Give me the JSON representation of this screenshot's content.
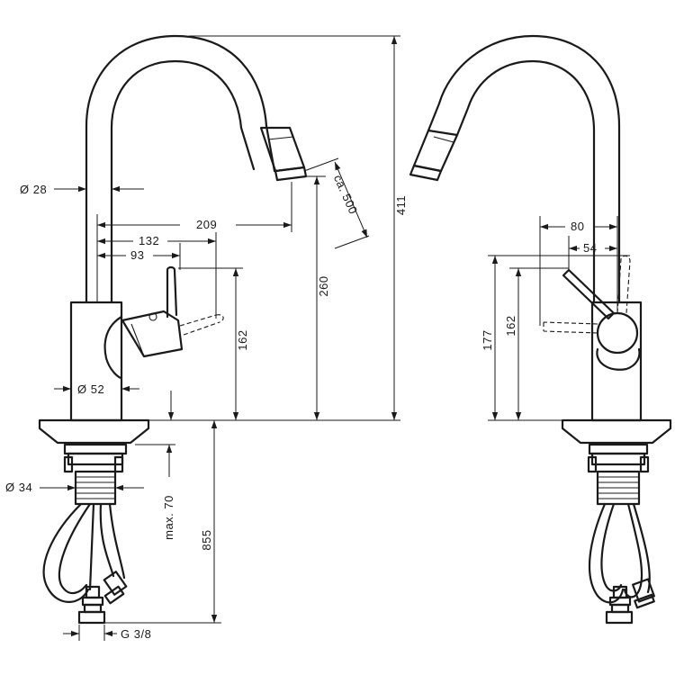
{
  "dimensions": {
    "spout_diameter": "Ø 28",
    "body_diameter": "Ø 52",
    "thread_diameter": "Ø 34",
    "connection": "G 3/8",
    "reach_spout": "209",
    "reach_132": "132",
    "reach_93": "93",
    "pullout": "ca. 500",
    "height_162_left": "162",
    "height_260": "260",
    "height_411": "411",
    "max_70": "max. 70",
    "hose_855": "855",
    "side_80": "80",
    "side_54": "54",
    "side_177": "177",
    "side_162": "162"
  }
}
